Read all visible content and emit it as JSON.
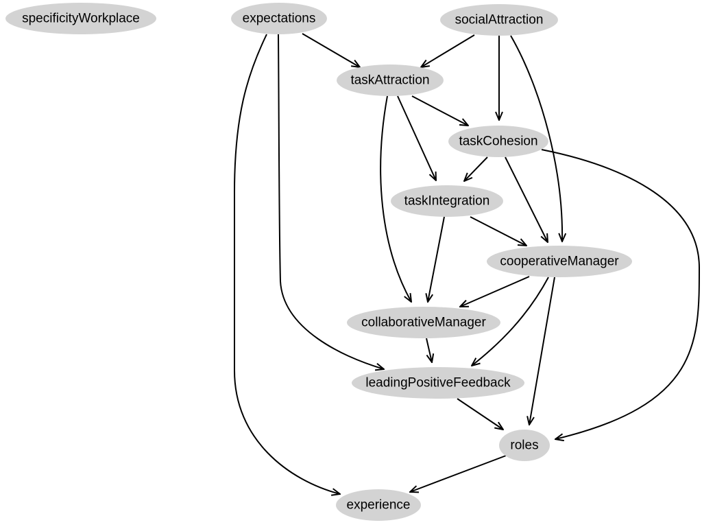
{
  "colors": {
    "node_fill": "#d3d3d3",
    "edge": "#000000",
    "label": "#000000",
    "background": "#ffffff"
  },
  "nodes": [
    {
      "id": "specificityWorkplace",
      "label": "specificityWorkplace"
    },
    {
      "id": "expectations",
      "label": "expectations"
    },
    {
      "id": "socialAttraction",
      "label": "socialAttraction"
    },
    {
      "id": "taskAttraction",
      "label": "taskAttraction"
    },
    {
      "id": "taskCohesion",
      "label": "taskCohesion"
    },
    {
      "id": "taskIntegration",
      "label": "taskIntegration"
    },
    {
      "id": "cooperativeManager",
      "label": "cooperativeManager"
    },
    {
      "id": "collaborativeManager",
      "label": "collaborativeManager"
    },
    {
      "id": "leadingPositiveFeedback",
      "label": "leadingPositiveFeedback"
    },
    {
      "id": "roles",
      "label": "roles"
    },
    {
      "id": "experience",
      "label": "experience"
    }
  ],
  "edges": [
    {
      "from": "expectations",
      "to": "taskAttraction"
    },
    {
      "from": "expectations",
      "to": "leadingPositiveFeedback"
    },
    {
      "from": "expectations",
      "to": "experience"
    },
    {
      "from": "socialAttraction",
      "to": "taskAttraction"
    },
    {
      "from": "socialAttraction",
      "to": "taskCohesion"
    },
    {
      "from": "socialAttraction",
      "to": "cooperativeManager"
    },
    {
      "from": "taskAttraction",
      "to": "taskCohesion"
    },
    {
      "from": "taskAttraction",
      "to": "taskIntegration"
    },
    {
      "from": "taskAttraction",
      "to": "collaborativeManager"
    },
    {
      "from": "taskCohesion",
      "to": "taskIntegration"
    },
    {
      "from": "taskCohesion",
      "to": "cooperativeManager"
    },
    {
      "from": "taskCohesion",
      "to": "roles"
    },
    {
      "from": "taskIntegration",
      "to": "cooperativeManager"
    },
    {
      "from": "taskIntegration",
      "to": "collaborativeManager"
    },
    {
      "from": "cooperativeManager",
      "to": "collaborativeManager"
    },
    {
      "from": "cooperativeManager",
      "to": "leadingPositiveFeedback"
    },
    {
      "from": "cooperativeManager",
      "to": "roles"
    },
    {
      "from": "collaborativeManager",
      "to": "leadingPositiveFeedback"
    },
    {
      "from": "leadingPositiveFeedback",
      "to": "roles"
    },
    {
      "from": "roles",
      "to": "experience"
    }
  ]
}
